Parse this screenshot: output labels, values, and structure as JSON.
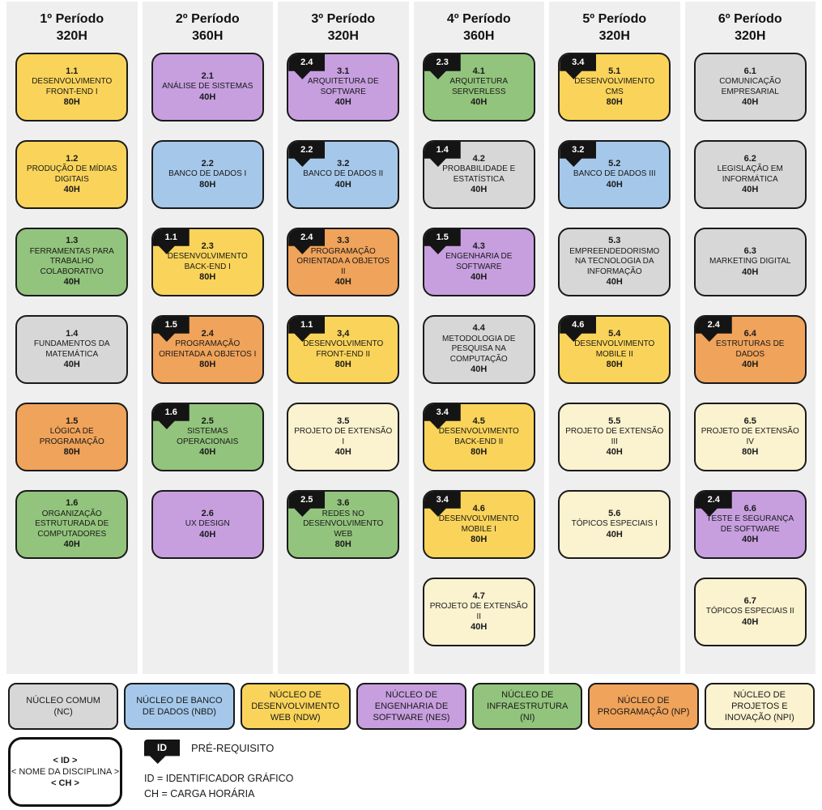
{
  "colors": {
    "nc": "#D7D7D7",
    "nbd": "#A5C8EA",
    "ndw": "#FAD45A",
    "nes": "#C79FDF",
    "ni": "#93C47D",
    "np": "#F0A35A",
    "npi": "#FBF2CF",
    "panel": "#EFEFEF",
    "tag_bg": "#141414",
    "tag_text": "#FFFFFF",
    "border": "#1A1A1A"
  },
  "periods": [
    {
      "title": "1º Período",
      "hours": "320H",
      "courses": [
        {
          "id": "1.1",
          "name": "DESENVOLVIMENTO FRONT-END I",
          "ch": "80H",
          "nucleus": "ndw",
          "prereq": null
        },
        {
          "id": "1.2",
          "name": "PRODUÇÃO DE MÍDIAS DIGITAIS",
          "ch": "40H",
          "nucleus": "ndw",
          "prereq": null
        },
        {
          "id": "1.3",
          "name": "FERRAMENTAS PARA TRABALHO COLABORATIVO",
          "ch": "40H",
          "nucleus": "ni",
          "prereq": null
        },
        {
          "id": "1.4",
          "name": "FUNDAMENTOS DA MATEMÁTICA",
          "ch": "40H",
          "nucleus": "nc",
          "prereq": null
        },
        {
          "id": "1.5",
          "name": "LÓGICA DE PROGRAMAÇÃO",
          "ch": "80H",
          "nucleus": "np",
          "prereq": null
        },
        {
          "id": "1.6",
          "name": "ORGANIZAÇÃO ESTRUTURADA DE COMPUTADORES",
          "ch": "40H",
          "nucleus": "ni",
          "prereq": null
        }
      ]
    },
    {
      "title": "2º Período",
      "hours": "360H",
      "courses": [
        {
          "id": "2.1",
          "name": "ANÁLISE DE SISTEMAS",
          "ch": "40H",
          "nucleus": "nes",
          "prereq": null
        },
        {
          "id": "2.2",
          "name": "BANCO DE DADOS I",
          "ch": "80H",
          "nucleus": "nbd",
          "prereq": null
        },
        {
          "id": "2.3",
          "name": "DESENVOLVIMENTO BACK-END I",
          "ch": "80H",
          "nucleus": "ndw",
          "prereq": "1.1"
        },
        {
          "id": "2.4",
          "name": "PROGRAMAÇÃO ORIENTADA A OBJETOS I",
          "ch": "80H",
          "nucleus": "np",
          "prereq": "1.5"
        },
        {
          "id": "2.5",
          "name": "SISTEMAS OPERACIONAIS",
          "ch": "40H",
          "nucleus": "ni",
          "prereq": "1.6"
        },
        {
          "id": "2.6",
          "name": "UX DESIGN",
          "ch": "40H",
          "nucleus": "nes",
          "prereq": null
        }
      ]
    },
    {
      "title": "3º Período",
      "hours": "320H",
      "courses": [
        {
          "id": "3.1",
          "name": "ARQUITETURA DE SOFTWARE",
          "ch": "40H",
          "nucleus": "nes",
          "prereq": "2.4"
        },
        {
          "id": "3.2",
          "name": "BANCO DE DADOS II",
          "ch": "40H",
          "nucleus": "nbd",
          "prereq": "2.2"
        },
        {
          "id": "3.3",
          "name": "PROGRAMAÇÃO ORIENTADA A OBJETOS II",
          "ch": "40H",
          "nucleus": "np",
          "prereq": "2.4"
        },
        {
          "id": "3,4",
          "name": "DESENVOLVIMENTO FRONT-END II",
          "ch": "80H",
          "nucleus": "ndw",
          "prereq": "1.1"
        },
        {
          "id": "3.5",
          "name": "PROJETO DE EXTENSÃO I",
          "ch": "40H",
          "nucleus": "npi",
          "prereq": null
        },
        {
          "id": "3.6",
          "name": "REDES NO DESENVOLVIMENTO WEB",
          "ch": "80H",
          "nucleus": "ni",
          "prereq": "2.5"
        }
      ]
    },
    {
      "title": "4º Período",
      "hours": "360H",
      "courses": [
        {
          "id": "4.1",
          "name": "ARQUITETURA SERVERLESS",
          "ch": "40H",
          "nucleus": "ni",
          "prereq": "2.3"
        },
        {
          "id": "4.2",
          "name": "PROBABILIDADE E ESTATÍSTICA",
          "ch": "40H",
          "nucleus": "nc",
          "prereq": "1.4"
        },
        {
          "id": "4.3",
          "name": "ENGENHARIA DE SOFTWARE",
          "ch": "40H",
          "nucleus": "nes",
          "prereq": "1.5"
        },
        {
          "id": "4.4",
          "name": "METODOLOGIA DE PESQUISA NA COMPUTAÇÃO",
          "ch": "40H",
          "nucleus": "nc",
          "prereq": null
        },
        {
          "id": "4.5",
          "name": "DESENVOLVIMENTO BACK-END II",
          "ch": "80H",
          "nucleus": "ndw",
          "prereq": "3.4"
        },
        {
          "id": "4.6",
          "name": "DESENVOLVIMENTO MOBILE I",
          "ch": "80H",
          "nucleus": "ndw",
          "prereq": "3.4"
        },
        {
          "id": "4.7",
          "name": "PROJETO DE EXTENSÃO II",
          "ch": "40H",
          "nucleus": "npi",
          "prereq": null
        }
      ]
    },
    {
      "title": "5º Período",
      "hours": "320H",
      "courses": [
        {
          "id": "5.1",
          "name": "DESENVOLVIMENTO CMS",
          "ch": "80H",
          "nucleus": "ndw",
          "prereq": "3.4"
        },
        {
          "id": "5.2",
          "name": "BANCO DE DADOS III",
          "ch": "40H",
          "nucleus": "nbd",
          "prereq": "3.2"
        },
        {
          "id": "5.3",
          "name": "EMPREENDEDORISMO NA TECNOLOGIA DA INFORMAÇÃO",
          "ch": "40H",
          "nucleus": "nc",
          "prereq": null
        },
        {
          "id": "5.4",
          "name": "DESENVOLVIMENTO MOBILE II",
          "ch": "80H",
          "nucleus": "ndw",
          "prereq": "4.6"
        },
        {
          "id": "5.5",
          "name": "PROJETO DE EXTENSÃO III",
          "ch": "40H",
          "nucleus": "npi",
          "prereq": null
        },
        {
          "id": "5.6",
          "name": "TÓPICOS ESPECIAIS I",
          "ch": "40H",
          "nucleus": "npi",
          "prereq": null
        }
      ]
    },
    {
      "title": "6º Período",
      "hours": "320H",
      "courses": [
        {
          "id": "6.1",
          "name": "COMUNICAÇÃO EMPRESARIAL",
          "ch": "40H",
          "nucleus": "nc",
          "prereq": null
        },
        {
          "id": "6.2",
          "name": "LEGISLAÇÃO EM INFORMÁTICA",
          "ch": "40H",
          "nucleus": "nc",
          "prereq": null
        },
        {
          "id": "6.3",
          "name": "MARKETING DIGITAL",
          "ch": "40H",
          "nucleus": "nc",
          "prereq": null
        },
        {
          "id": "6.4",
          "name": "ESTRUTURAS DE DADOS",
          "ch": "40H",
          "nucleus": "np",
          "prereq": "2.4"
        },
        {
          "id": "6.5",
          "name": "PROJETO DE EXTENSÃO IV",
          "ch": "80H",
          "nucleus": "npi",
          "prereq": null
        },
        {
          "id": "6.6",
          "name": "TESTE E SEGURANÇA DE SOFTWARE",
          "ch": "40H",
          "nucleus": "nes",
          "prereq": "2.4"
        },
        {
          "id": "6.7",
          "name": "TÓPICOS ESPECIAIS II",
          "ch": "40H",
          "nucleus": "npi",
          "prereq": null
        }
      ]
    }
  ],
  "legend": {
    "nuclei": [
      {
        "label": "NÚCLEO COMUM (NC)",
        "nucleus": "nc"
      },
      {
        "label": "NÚCLEO DE BANCO DE DADOS (NBD)",
        "nucleus": "nbd"
      },
      {
        "label": "NÚCLEO DE DESENVOLVIMENTO WEB (NDW)",
        "nucleus": "ndw"
      },
      {
        "label": "NÚCLEO DE ENGENHARIA DE SOFTWARE (NES)",
        "nucleus": "nes"
      },
      {
        "label": "NÚCLEO DE INFRAESTRUTURA (NI)",
        "nucleus": "ni"
      },
      {
        "label": "NÚCLEO DE PROGRAMAÇÃO (NP)",
        "nucleus": "np"
      },
      {
        "label": "NÚCLEO DE PROJETOS E INOVAÇÃO (NPI)",
        "nucleus": "npi"
      }
    ]
  },
  "footer": {
    "sample": {
      "id": "< ID >",
      "name": "< NOME DA DISCIPLINA >",
      "ch": "< CH >"
    },
    "prereq_tag": "ID",
    "prereq_label": "PRÉ-REQUISITO",
    "notes": [
      "ID = IDENTIFICADOR GRÁFICO",
      "CH = CARGA HORÁRIA"
    ]
  }
}
